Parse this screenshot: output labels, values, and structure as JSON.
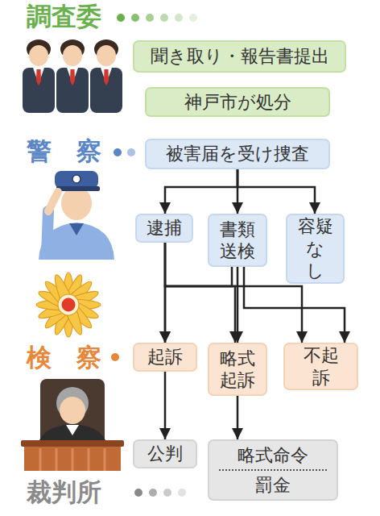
{
  "diagram": {
    "nodes": [
      {
        "text": [
          "聞き取り・報告書提出"
        ]
      },
      {
        "text": [
          "神戸市が処分"
        ]
      },
      {
        "text": [
          "被害届を受け捜査"
        ]
      },
      {
        "text": [
          "逮捕"
        ]
      },
      {
        "text": [
          "書類送検"
        ]
      },
      {
        "text": [
          "容疑なし"
        ]
      },
      {
        "text": [
          "起訴"
        ]
      },
      {
        "text": [
          "略式起訴"
        ]
      },
      {
        "text": [
          "不起訴"
        ]
      },
      {
        "text": [
          "公判"
        ]
      },
      {
        "text": [
          "略式命令",
          "罰金"
        ]
      }
    ],
    "edges": [
      {
        "from": 2,
        "to": 3,
        "arrow": "to"
      },
      {
        "from": 2,
        "to": 4,
        "arrow": "to"
      },
      {
        "from": 2,
        "to": 5,
        "arrow": "to"
      },
      {
        "from": 3,
        "to": 6,
        "arrow": "to"
      },
      {
        "from": 3,
        "to": 7,
        "arrow": "to"
      },
      {
        "from": 3,
        "to": 8,
        "arrow": "to"
      },
      {
        "from": 4,
        "to": 6,
        "arrow": "to"
      },
      {
        "from": 4,
        "to": 7,
        "arrow": "to"
      },
      {
        "from": 4,
        "to": 8,
        "arrow": "to"
      },
      {
        "from": 6,
        "to": 9,
        "arrow": "to"
      },
      {
        "from": 7,
        "to": 10,
        "arrow": "to"
      }
    ],
    "labels": [
      "調査委",
      "警　察",
      "検　察",
      "裁判所"
    ]
  }
}
